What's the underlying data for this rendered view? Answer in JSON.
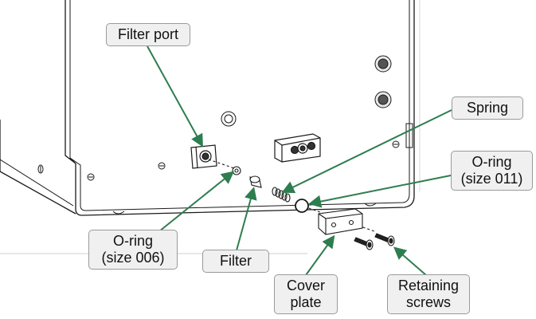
{
  "labels": {
    "filter_port": "Filter port",
    "spring": "Spring",
    "oring_011": [
      "O-ring",
      "(size 011)"
    ],
    "oring_006": [
      "O-ring",
      "(size 006)"
    ],
    "filter": "Filter",
    "cover_plate": [
      "Cover",
      "plate"
    ],
    "retaining_screws": [
      "Retaining",
      "screws"
    ]
  },
  "colors": {
    "leader": "#2e7d4f",
    "outline": "#1a1a1a",
    "callout_fill": "#f0f0f0",
    "callout_border": "#9a9a9a"
  }
}
